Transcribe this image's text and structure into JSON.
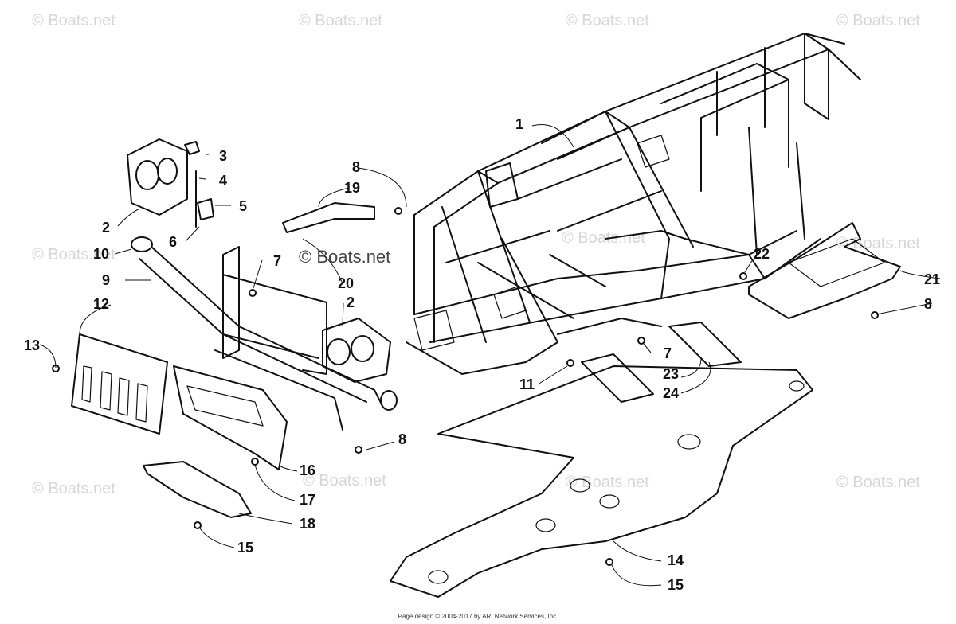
{
  "watermark": "© Boats.net",
  "footer": "Page design © 2004-2017 by ARI Network Services, Inc.",
  "callouts": [
    {
      "id": "c1",
      "label": "1"
    },
    {
      "id": "c2a",
      "label": "2"
    },
    {
      "id": "c2b",
      "label": "2"
    },
    {
      "id": "c3",
      "label": "3"
    },
    {
      "id": "c4",
      "label": "4"
    },
    {
      "id": "c5",
      "label": "5"
    },
    {
      "id": "c6",
      "label": "6"
    },
    {
      "id": "c7a",
      "label": "7"
    },
    {
      "id": "c7b",
      "label": "7"
    },
    {
      "id": "c8a",
      "label": "8"
    },
    {
      "id": "c8b",
      "label": "8"
    },
    {
      "id": "c8c",
      "label": "8"
    },
    {
      "id": "c9",
      "label": "9"
    },
    {
      "id": "c10",
      "label": "10"
    },
    {
      "id": "c11",
      "label": "11"
    },
    {
      "id": "c12",
      "label": "12"
    },
    {
      "id": "c13",
      "label": "13"
    },
    {
      "id": "c14",
      "label": "14"
    },
    {
      "id": "c15a",
      "label": "15"
    },
    {
      "id": "c15b",
      "label": "15"
    },
    {
      "id": "c16",
      "label": "16"
    },
    {
      "id": "c17",
      "label": "17"
    },
    {
      "id": "c18",
      "label": "18"
    },
    {
      "id": "c19",
      "label": "19"
    },
    {
      "id": "c20",
      "label": "20"
    },
    {
      "id": "c21",
      "label": "21"
    },
    {
      "id": "c22",
      "label": "22"
    },
    {
      "id": "c23",
      "label": "23"
    },
    {
      "id": "c24",
      "label": "24"
    }
  ]
}
